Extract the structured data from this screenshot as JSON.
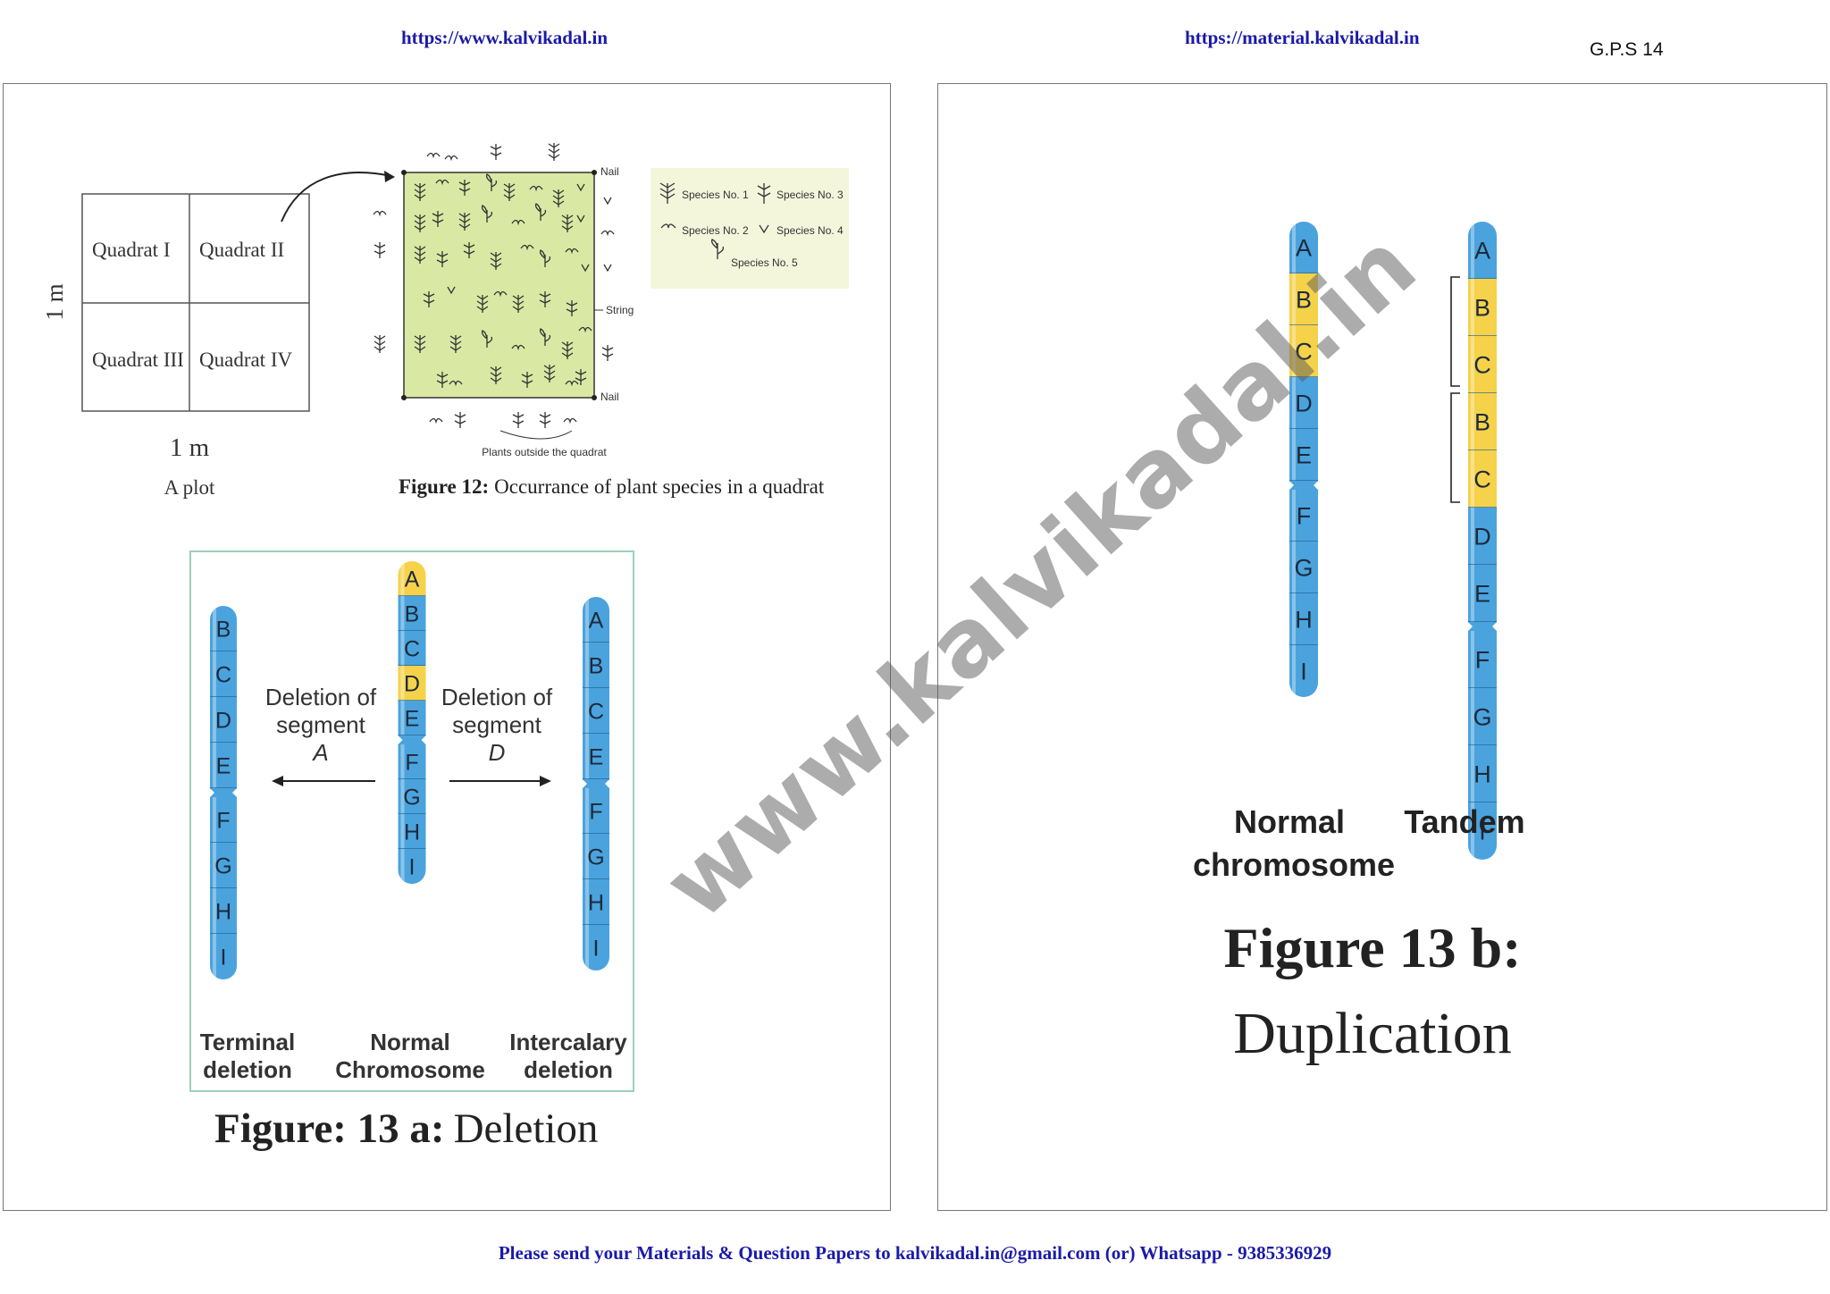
{
  "header": {
    "left_link": "https://www.kalvikadal.in",
    "right_link": "https://material.kalvikadal.in",
    "page_code": "G.P.S 14"
  },
  "watermark": "www.kalvikadal.in",
  "footer": "Please send your Materials & Question Papers to kalvikadal.in@gmail.com (or) Whatsapp - 9385336929",
  "figure12": {
    "plot_side_label": "1 m",
    "plot_bottom_label": "1 m",
    "plot_caption": "A plot",
    "quadrats": [
      "Quadrat I",
      "Quadrat II",
      "Quadrat III",
      "Quadrat IV"
    ],
    "nail_label_top": "Nail",
    "nail_label_bottom": "Nail",
    "string_label": "String",
    "outside_label": "Plants outside the quadrat",
    "legend": [
      "Species No. 1",
      "Species No. 3",
      "Species No. 2",
      "Species No. 4",
      "Species No. 5"
    ],
    "caption_bold": "Figure 12:",
    "caption_text": "Occurrance of plant species in a quadrat"
  },
  "figure13a": {
    "terminal_genes": [
      "B",
      "C",
      "D",
      "E",
      "F",
      "G",
      "H",
      "I"
    ],
    "normal_genes": [
      "A",
      "B",
      "C",
      "D",
      "E",
      "F",
      "G",
      "H",
      "I"
    ],
    "intercalary_genes": [
      "A",
      "B",
      "C",
      "E",
      "F",
      "G",
      "H",
      "I"
    ],
    "left_arrow_label": [
      "Deletion of",
      "segment",
      "A"
    ],
    "right_arrow_label": [
      "Deletion of",
      "segment",
      "D"
    ],
    "label_terminal": [
      "Terminal",
      "deletion"
    ],
    "label_normal": [
      "Normal",
      "Chromosome"
    ],
    "label_intercalary": [
      "Intercalary",
      "deletion"
    ],
    "caption_bold": "Figure: 13 a:",
    "caption_text": "Deletion",
    "colors": {
      "blue": "#4aa3dd",
      "yellow": "#f5d24a"
    }
  },
  "figure13b": {
    "normal_genes": [
      "A",
      "B",
      "C",
      "D",
      "E",
      "F",
      "G",
      "H",
      "I"
    ],
    "tandem_genes": [
      "A",
      "B",
      "C",
      "B",
      "C",
      "D",
      "E",
      "F",
      "G",
      "H",
      "I"
    ],
    "label_normal": [
      "Normal",
      "chromosome"
    ],
    "label_tandem": "Tandem",
    "caption_bold": "Figure 13 b:",
    "caption_text": "Duplication"
  }
}
